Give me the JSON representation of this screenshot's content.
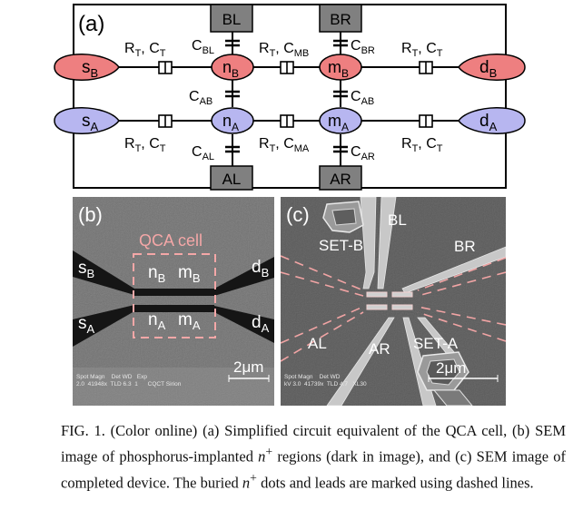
{
  "panel_a": {
    "label": "(a)",
    "top_gates": [
      "BL",
      "BR"
    ],
    "bottom_gates": [
      "AL",
      "AR"
    ],
    "sources": {
      "top": {
        "main": "s",
        "sub": "B"
      },
      "bottom": {
        "main": "s",
        "sub": "A"
      }
    },
    "drains": {
      "top": {
        "main": "d",
        "sub": "B"
      },
      "bottom": {
        "main": "d",
        "sub": "A"
      }
    },
    "dots": {
      "nB": {
        "main": "n",
        "sub": "B"
      },
      "mB": {
        "main": "m",
        "sub": "B"
      },
      "nA": {
        "main": "n",
        "sub": "A"
      },
      "mA": {
        "main": "m",
        "sub": "A"
      }
    },
    "junction_labels": {
      "top_left": {
        "r": "R",
        "rsub": "T",
        "c": "C",
        "csub": "T"
      },
      "top_mid": {
        "r": "R",
        "rsub": "T",
        "c": "C",
        "csub": "MB"
      },
      "top_right": {
        "r": "R",
        "rsub": "T",
        "c": "C",
        "csub": "T"
      },
      "bot_left": {
        "r": "R",
        "rsub": "T",
        "c": "C",
        "csub": "T"
      },
      "bot_mid": {
        "r": "R",
        "rsub": "T",
        "c": "C",
        "csub": "MA"
      },
      "bot_right": {
        "r": "R",
        "rsub": "T",
        "c": "C",
        "csub": "T"
      }
    },
    "cap_labels": {
      "cbl": {
        "main": "C",
        "sub": "BL"
      },
      "cbr": {
        "main": "C",
        "sub": "BR"
      },
      "cab_left": {
        "main": "C",
        "sub": "AB"
      },
      "cab_right": {
        "main": "C",
        "sub": "AB"
      },
      "cal": {
        "main": "C",
        "sub": "AL"
      },
      "car": {
        "main": "C",
        "sub": "AR"
      }
    },
    "colors": {
      "red": "#ee7f80",
      "blue": "#b7b6f0",
      "gate": "#808080",
      "line": "#000000"
    }
  },
  "panel_b": {
    "label": "(b)",
    "box_label": "QCA cell",
    "labels": {
      "sB": {
        "main": "s",
        "sub": "B"
      },
      "sA": {
        "main": "s",
        "sub": "A"
      },
      "dB": {
        "main": "d",
        "sub": "B"
      },
      "dA": {
        "main": "d",
        "sub": "A"
      },
      "nB": {
        "main": "n",
        "sub": "B"
      },
      "mB": {
        "main": "m",
        "sub": "B"
      },
      "nA": {
        "main": "n",
        "sub": "A"
      },
      "mA": {
        "main": "m",
        "sub": "A"
      }
    },
    "scale": "2μm",
    "info_row1": "Spot Magn    Det WD   Exp",
    "info_row2": "2.0  41948x  TLD 6.3  1      CQCT Sirion",
    "highlight": "#f4a7a7"
  },
  "panel_c": {
    "label": "(c)",
    "labels": {
      "bl": "BL",
      "br": "BR",
      "setb": "SET-B",
      "seta": "SET-A",
      "al": "AL",
      "ar": "AR"
    },
    "scale": "2μm",
    "info_row1": "Spot Magn    Det WD",
    "info_row2": "kV 3.0  41739x  TLD 4.7   XL30"
  },
  "caption": {
    "p1": "FIG. 1. (Color online) (a) Simplified circuit equivalent of the QCA cell, (b) SEM image of phosphorus-implanted ",
    "n1": "n",
    "s1": "+",
    "p2": " regions (dark in image), and (c) SEM image of completed device. The buried ",
    "n2": "n",
    "s2": "+",
    "p3": " dots and leads are marked using dashed lines."
  }
}
